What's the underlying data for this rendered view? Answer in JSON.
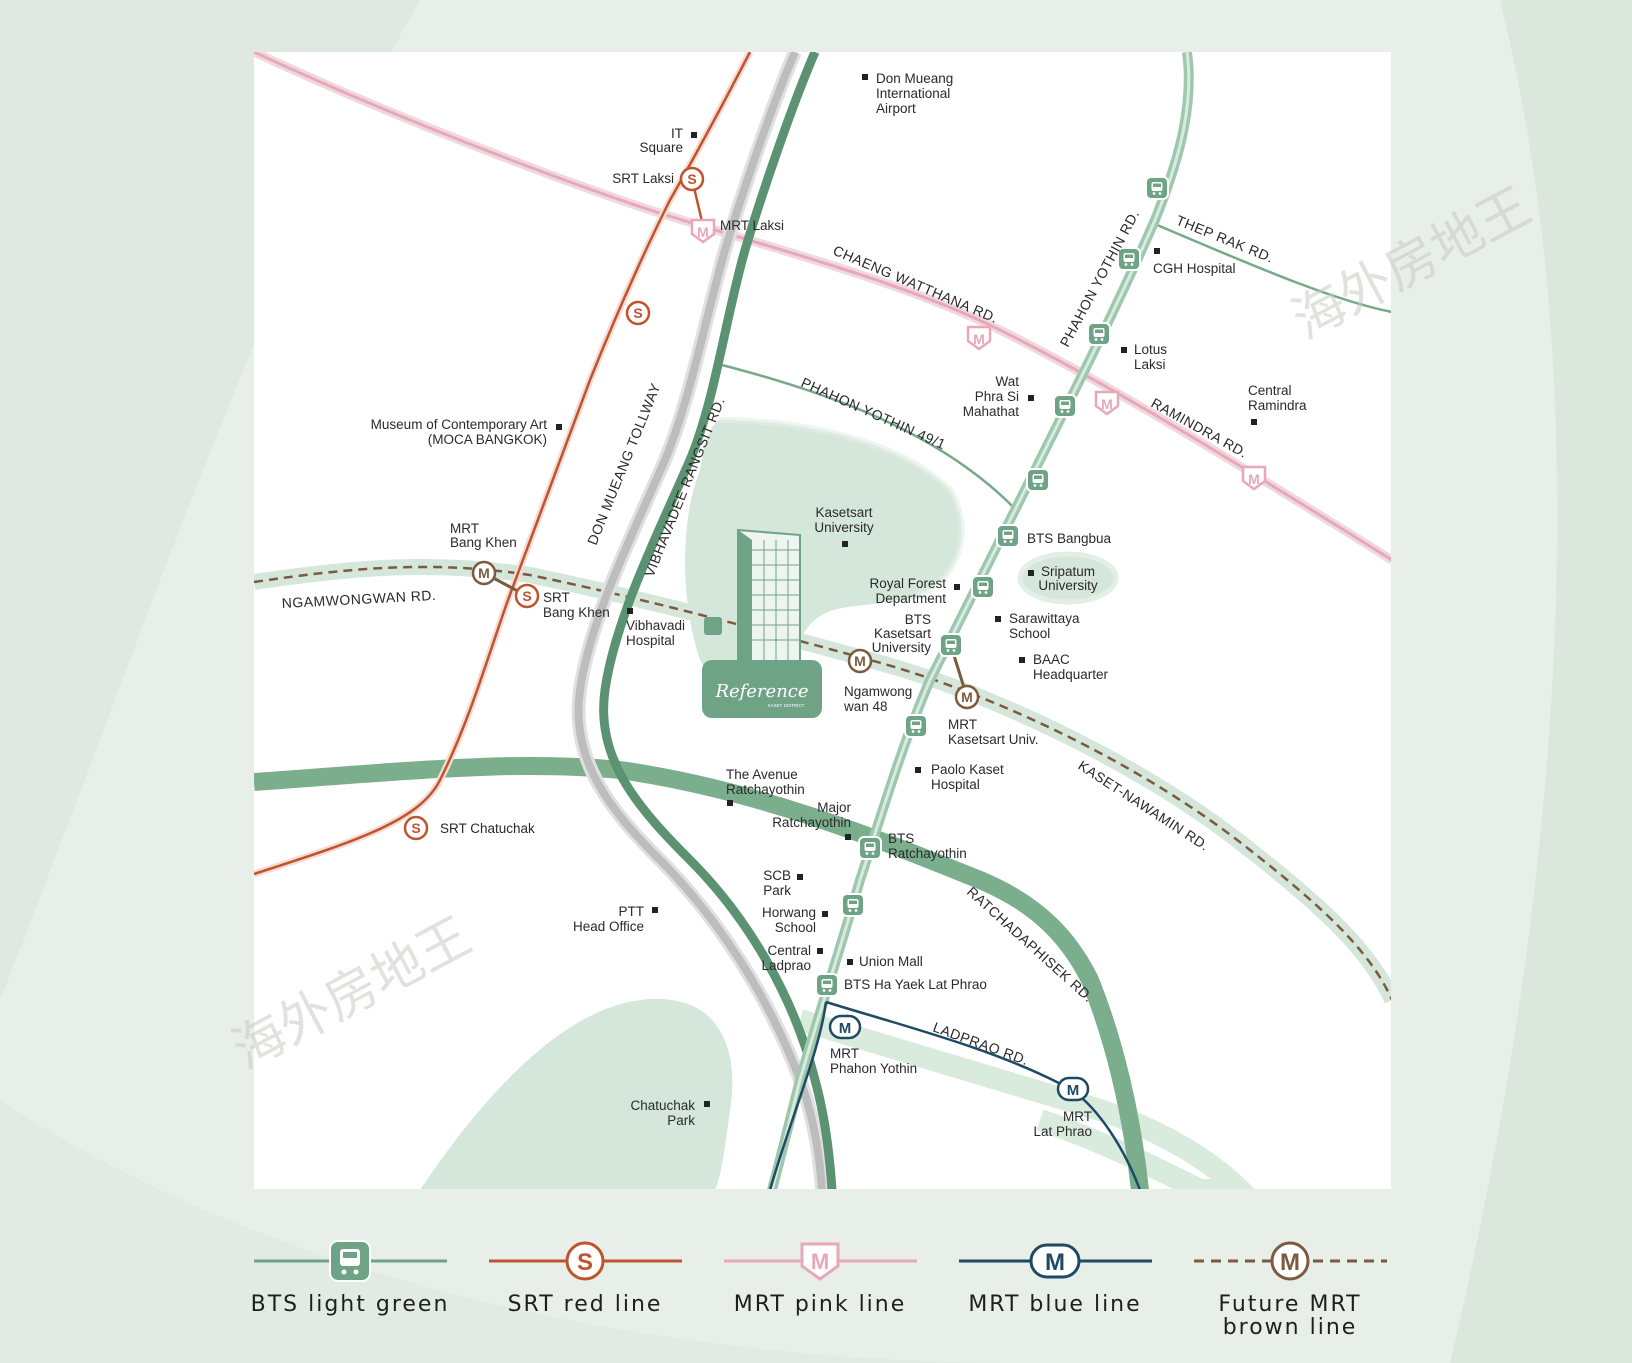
{
  "watermark": "海外房地王",
  "colors": {
    "bts": "#6fa386",
    "srt": "#c0532e",
    "mrt_pink": "#e7a8b7",
    "mrt_blue": "#1f4a64",
    "mrt_brown": "#7c5a3f",
    "park": "#d4e7da",
    "tollway": "#bdbdbd"
  },
  "roads": {
    "ngamwongwan": "NGAMWONGWAN RD.",
    "don_mueang_tollway": "DON MUEANG TOLLWAY",
    "vibhavadee": "VIBHAVADEE RANGSIT RD.",
    "chaeng_watthana": "CHAENG WATTHANA RD.",
    "phahon_yothin": "PHAHON YOTHIN RD.",
    "thep_rak": "THEP RAK RD.",
    "phahon_yothin_49": "PHAHON YOTHIN 49/1",
    "ramindra": "RAMINDRA RD.",
    "kaset_nawamin": "KASET-NAWAMIN RD.",
    "ratchadaphisek": "RATCHADAPHISEK RD.",
    "ladprao": "LADPRAO RD."
  },
  "places": {
    "don_mueang": [
      "Don Mueang",
      "International",
      "Airport"
    ],
    "it_square": [
      "IT",
      "Square"
    ],
    "srt_laksi": "SRT Laksi",
    "mrt_laksi": "MRT Laksi",
    "cgh": "CGH Hospital",
    "lotus": [
      "Lotus",
      "Laksi"
    ],
    "wat_phra_si": [
      "Wat",
      "Phra Si",
      "Mahathat"
    ],
    "central_ramindra": [
      "Central",
      "Ramindra"
    ],
    "moca": [
      "Museum of Contemporary Art",
      "(MOCA BANGKOK)"
    ],
    "kasetsart": [
      "Kasetsart",
      "University"
    ],
    "bts_bangbua": "BTS Bangbua",
    "sripatum": [
      "Sripatum",
      "University"
    ],
    "royal_forest": [
      "Royal Forest",
      "Department"
    ],
    "sarawittaya": [
      "Sarawittaya",
      "School"
    ],
    "bts_kasetsart": [
      "BTS",
      "Kasetsart",
      "University"
    ],
    "baac": [
      "BAAC",
      "Headquarter"
    ],
    "mrt_bang_khen": [
      "MRT",
      "Bang Khen"
    ],
    "srt_bang_khen": [
      "SRT",
      "Bang Khen"
    ],
    "vibhavadi_hospital": [
      "Vibhavadi",
      "Hospital"
    ],
    "ngamwongwan_48": [
      "Ngamwong",
      "wan 48"
    ],
    "mrt_kasetsart": [
      "MRT",
      "Kasetsart Univ."
    ],
    "paolo": [
      "Paolo Kaset",
      "Hospital"
    ],
    "the_avenue": [
      "The Avenue",
      "Ratchayothin"
    ],
    "major": [
      "Major",
      "Ratchayothin"
    ],
    "bts_ratchayothin": [
      "BTS",
      "Ratchayothin"
    ],
    "srt_chatuchak": "SRT Chatuchak",
    "scb_park": [
      "SCB",
      "Park"
    ],
    "horwang": [
      "Horwang",
      "School"
    ],
    "central_ladprao": [
      "Central",
      "Ladprao"
    ],
    "union_mall": "Union Mall",
    "bts_ha_yaek": "BTS Ha Yaek Lat Phrao",
    "ptt": [
      "PTT",
      "Head Office"
    ],
    "mrt_phahon_yothin": [
      "MRT",
      "Phahon Yothin"
    ],
    "mrt_lat_phrao": [
      "MRT",
      "Lat Phrao"
    ],
    "chatuchak_park": [
      "Chatuchak",
      "Park"
    ]
  },
  "project": {
    "logo": "Reference",
    "logo_sub": "KASET DISTRICT"
  },
  "legend": [
    {
      "id": "bts",
      "label": [
        "BTS light green"
      ],
      "glyph": "bus"
    },
    {
      "id": "srt",
      "label": [
        "SRT red line"
      ],
      "glyph": "S"
    },
    {
      "id": "mrt-pink",
      "label": [
        "MRT pink line"
      ],
      "glyph": "M"
    },
    {
      "id": "mrt-blue",
      "label": [
        "MRT blue line"
      ],
      "glyph": "M"
    },
    {
      "id": "mrt-brown",
      "label": [
        "Future MRT",
        "brown line"
      ],
      "glyph": "M"
    }
  ]
}
